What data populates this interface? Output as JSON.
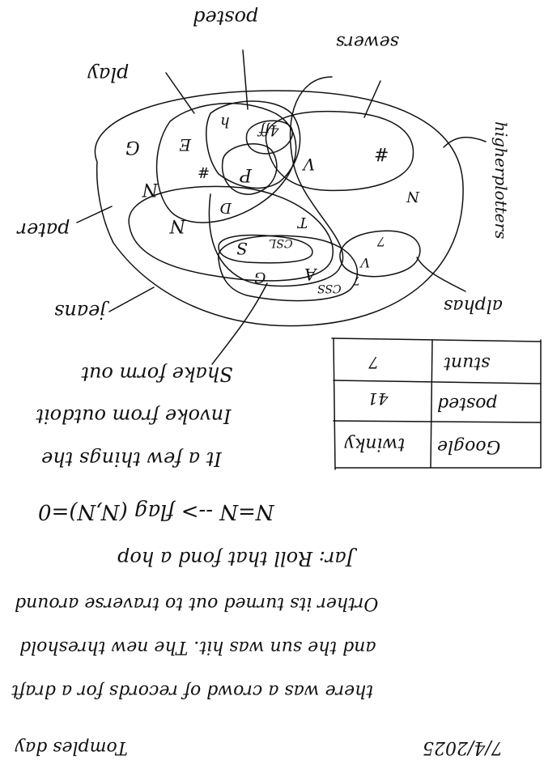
{
  "venn": {
    "label_posted": "posted",
    "label_sewers": "sewers",
    "label_play": "play",
    "label_higherplotters": "higherplotters",
    "label_pater": "pater",
    "label_jeans": "jeans",
    "label_alphas": "alphas",
    "marks": {
      "a": "G",
      "b": "E",
      "c": "N",
      "d": "N",
      "e": "h",
      "f": "4ff",
      "g": "#",
      "h": "P",
      "i": "V",
      "j": "#",
      "k": "N",
      "l": "D",
      "m": "T",
      "n": "S",
      "o": "CSL",
      "p": "A",
      "q": "G",
      "r": "CSS",
      "s": "7",
      "t": "V",
      "u": "7"
    }
  },
  "table": {
    "r1c1": "7",
    "r1c2": "stunt",
    "r2c1": "41",
    "r2c2": "posted",
    "r3c1": "twinky",
    "r3c2": "Google"
  },
  "notes": {
    "line1": "Shake form out",
    "line2": "Invoke from outdoit",
    "line3": "It a few things the",
    "line4": "N=N --> flag (N,N)=0",
    "line5": "Jar: Roll that fond a hop",
    "line6": "Orther its turned out to traverse around",
    "line7": "and the sun was hit. The new threshold",
    "line8": "there was a crowd of records for a draft",
    "date": "7/4/2025",
    "signature": "Tomples day"
  },
  "colors": {
    "ink": "#111111",
    "paper": "#ffffff"
  }
}
